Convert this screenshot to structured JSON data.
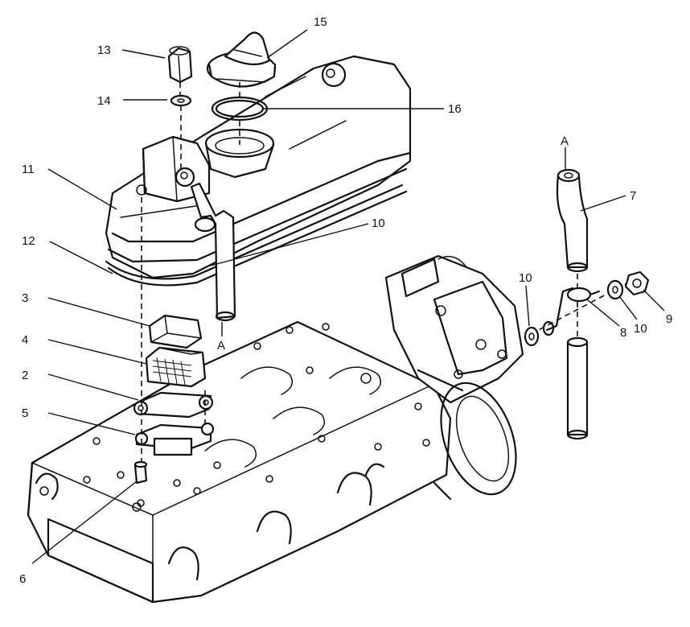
{
  "callouts": {
    "c13": "13",
    "c14": "14",
    "c15": "15",
    "c16": "16",
    "c11": "11",
    "c12": "12",
    "c10_top": "10",
    "c3": "3",
    "c4": "4",
    "c2": "2",
    "c5": "5",
    "c6": "6",
    "c7": "7",
    "c10_mid": "10",
    "c10_right": "10",
    "c8": "8",
    "c9": "9",
    "ref_a_top": "A",
    "ref_a_bottom": "A"
  }
}
